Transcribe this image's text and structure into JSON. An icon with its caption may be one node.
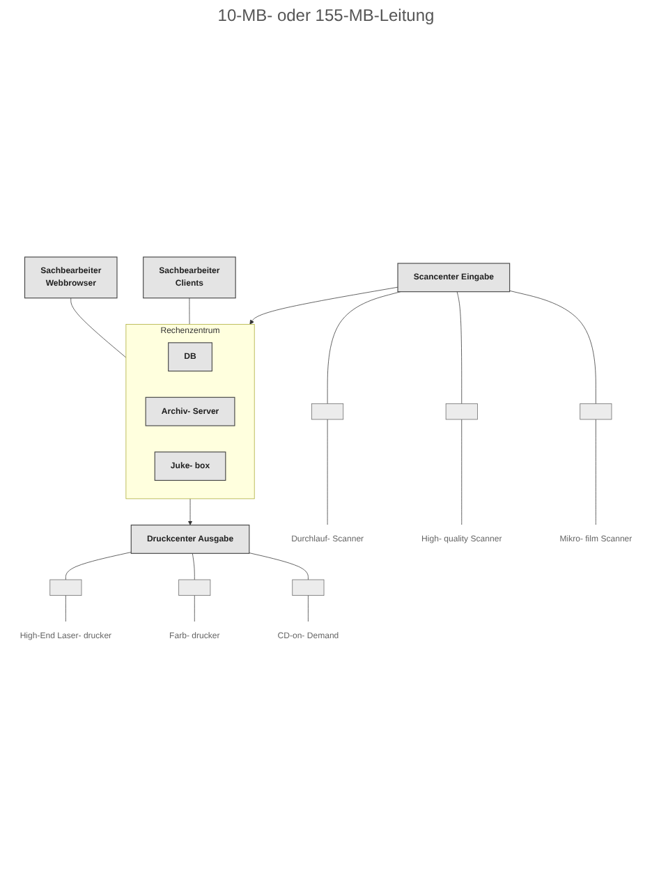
{
  "diagram": {
    "nodes": [
      {
        "text": [
          "Sachbearbeiter",
          "Webbrowser"
        ]
      },
      {
        "text": [
          "Sachbearbeiter",
          "Clients"
        ]
      },
      {
        "text": [
          "Rechenzentrum"
        ]
      },
      {
        "text": [
          "DB"
        ],
        "in": 2
      },
      {
        "text": [
          "Archiv- Server"
        ],
        "in": 2
      },
      {
        "text": [
          "Juke- box"
        ],
        "in": 2
      },
      {
        "text": [
          "Scancenter Eingabe"
        ]
      },
      {
        "text": [
          "Druckcenter Ausgabe"
        ]
      },
      {
        "text": [],
        "shape": "box"
      },
      {
        "text": [],
        "shape": "box"
      },
      {
        "text": [],
        "shape": "box"
      },
      {
        "text": [],
        "shape": "box"
      },
      {
        "text": [],
        "shape": "box"
      },
      {
        "text": [],
        "shape": "box"
      },
      {
        "text": [
          "Durchlauf- Scanner"
        ]
      },
      {
        "text": [
          "High- quality Scanner"
        ]
      },
      {
        "text": [
          "Mikro- film Scanner"
        ]
      },
      {
        "text": [
          "High-End Laser- drucker"
        ]
      },
      {
        "text": [
          "Farb- drucker"
        ]
      },
      {
        "text": [
          "CD-on- Demand"
        ]
      }
    ],
    "edges": [
      {
        "from": 0,
        "to": 2,
        "arrow": "none"
      },
      {
        "from": 1,
        "to": 2,
        "arrow": "none"
      },
      {
        "from": 6,
        "to": 2,
        "arrow": "to"
      },
      {
        "from": 2,
        "to": 7,
        "arrow": "to"
      },
      {
        "from": 6,
        "to": 8,
        "arrow": "none"
      },
      {
        "from": 6,
        "to": 9,
        "arrow": "none"
      },
      {
        "from": 6,
        "to": 10,
        "arrow": "none"
      },
      {
        "from": 7,
        "to": 11,
        "arrow": "none"
      },
      {
        "from": 7,
        "to": 12,
        "arrow": "none"
      },
      {
        "from": 7,
        "to": 13,
        "arrow": "none"
      },
      {
        "from": 8,
        "to": 14,
        "arrow": "none"
      },
      {
        "from": 9,
        "to": 15,
        "arrow": "none"
      },
      {
        "from": 10,
        "to": 16,
        "arrow": "none"
      },
      {
        "from": 11,
        "to": 17,
        "arrow": "none"
      },
      {
        "from": 12,
        "to": 18,
        "arrow": "none"
      },
      {
        "from": 13,
        "to": 19,
        "arrow": "none"
      }
    ],
    "labels": [
      "10-MB- oder 155-MB-Leitung"
    ]
  }
}
